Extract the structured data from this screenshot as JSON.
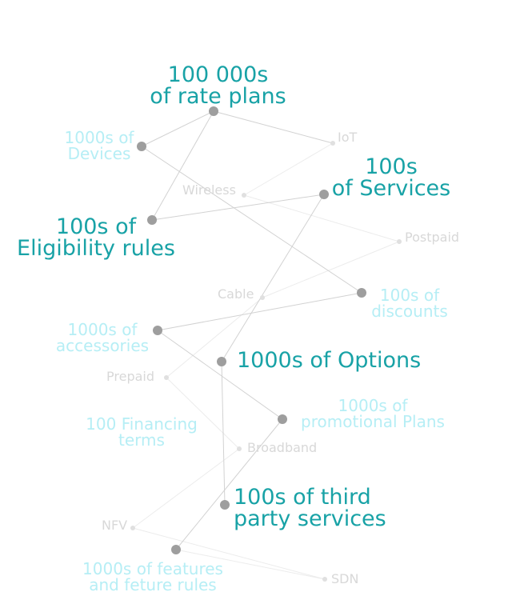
{
  "colors": {
    "primary_text": "#18a2a6",
    "secondary_text": "#b6eef5",
    "tertiary_text": "#d8d8d8",
    "node_major": "#9e9e9e",
    "node_minor": "#e0e0e0",
    "edge_major": "#d2d2d2",
    "edge_minor": "#ececec"
  },
  "labels": {
    "rate_plans": [
      "100 000s",
      "of rate plans"
    ],
    "devices": [
      "1000s of",
      "Devices"
    ],
    "iot": "IoT",
    "wireless": "Wireless",
    "services": [
      "100s",
      "of Services"
    ],
    "eligibility": [
      "100s of",
      "Eligibility rules"
    ],
    "postpaid": "Postpaid",
    "cable": "Cable",
    "discounts": [
      "100s of",
      "discounts"
    ],
    "accessories": [
      "1000s of",
      "accessories"
    ],
    "options": "1000s of Options",
    "prepaid": "Prepaid",
    "promotional": [
      "1000s of",
      "promotional Plans"
    ],
    "financing": [
      "100 Financing",
      "terms"
    ],
    "broadband": "Broadband",
    "third_party": [
      "100s of third",
      "party services"
    ],
    "nfv": "NFV",
    "features": [
      "1000s of features",
      "and feture rules"
    ],
    "sdn": "SDN"
  }
}
